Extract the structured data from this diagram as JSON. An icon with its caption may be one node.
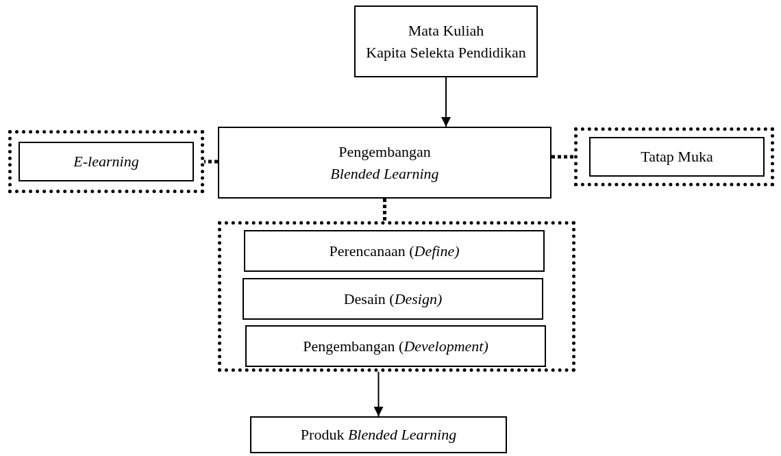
{
  "diagram": {
    "nodes": [
      {
        "text": [
          "Mata Kuliah",
          "Kapita Selekta Pendidikan"
        ]
      },
      {
        "text": [],
        "shape": "box"
      },
      {
        "text": [
          "E-learning"
        ],
        "in": 1
      },
      {
        "text": [
          "Pengembangan *Blended Learning*"
        ]
      },
      {
        "text": [],
        "shape": "box"
      },
      {
        "text": [
          "Tatap Muka"
        ],
        "in": 4
      },
      {
        "text": [],
        "shape": "box"
      },
      {
        "text": [
          "Perencanaan (*Define)*"
        ],
        "in": 6
      },
      {
        "text": [
          "Desain (*Design)*"
        ],
        "in": 6
      },
      {
        "text": [
          "Pengembangan (*Development)*"
        ],
        "in": 6
      },
      {
        "text": [
          "Produk *Blended Learning*"
        ]
      }
    ],
    "edges": [
      {
        "from": 0,
        "to": 3,
        "arrow": "to"
      },
      {
        "from": 3,
        "to": 1,
        "arrow": "none",
        "style": "dashed"
      },
      {
        "from": 3,
        "to": 4,
        "arrow": "none",
        "style": "dashed"
      },
      {
        "from": 3,
        "to": 6,
        "arrow": "none",
        "style": "dashed"
      },
      {
        "from": 6,
        "to": 10,
        "arrow": "to"
      }
    ]
  }
}
